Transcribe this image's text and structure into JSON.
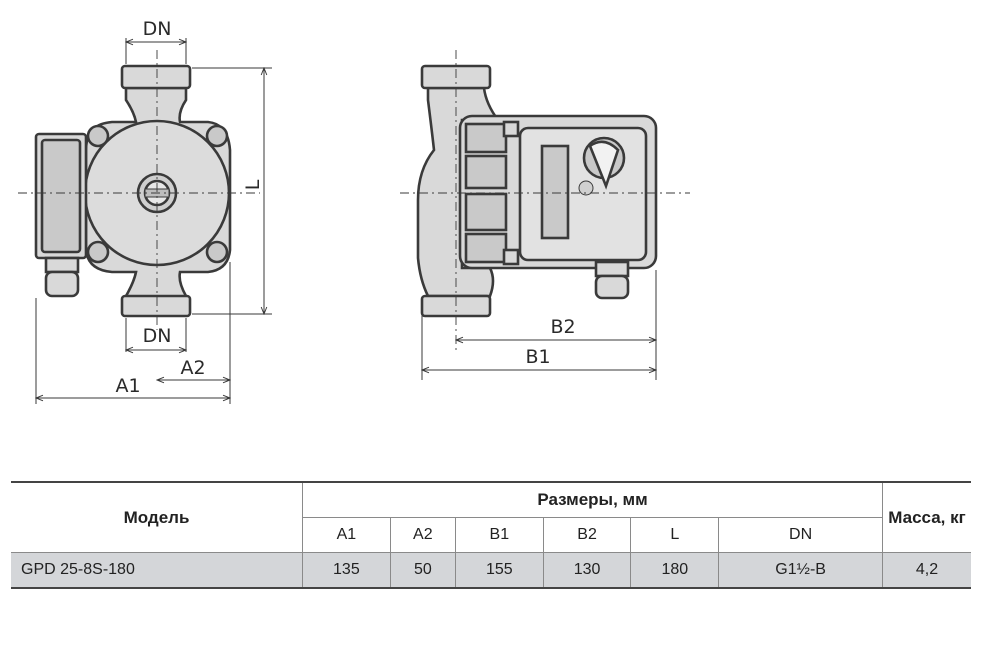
{
  "drawing": {
    "front_view": {
      "dn_top": "DN",
      "dn_bottom": "DN",
      "l": "L",
      "a1": "A1",
      "a2": "A2"
    },
    "side_view": {
      "b1": "B1",
      "b2": "B2"
    }
  },
  "table": {
    "model_header": "Модель",
    "dimensions_header": "Размеры, мм",
    "mass_header": "Масса, кг",
    "columns": [
      "A1",
      "A2",
      "B1",
      "B2",
      "L",
      "DN"
    ],
    "rows": [
      {
        "model": "GPD 25-8S-180",
        "values": [
          "135",
          "50",
          "155",
          "130",
          "180",
          "G1½-B"
        ],
        "mass": "4,2"
      }
    ]
  }
}
